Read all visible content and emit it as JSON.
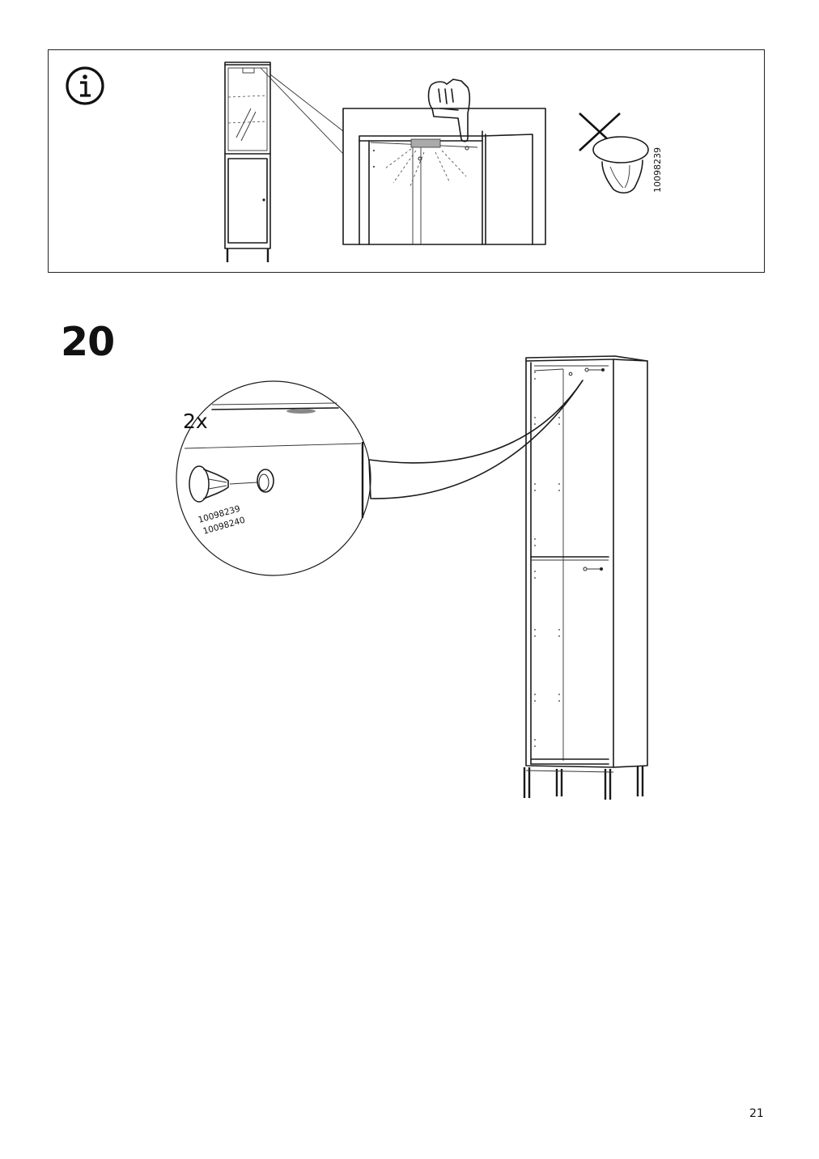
{
  "info_panel": {
    "info_icon": "info-circle-icon",
    "prohibited_icon": "x-mark-icon",
    "part_number": "10098239"
  },
  "step": {
    "number": "20",
    "quantity": "2x",
    "part_numbers": [
      "10098239",
      "10098240"
    ]
  },
  "page": {
    "number": "21"
  }
}
